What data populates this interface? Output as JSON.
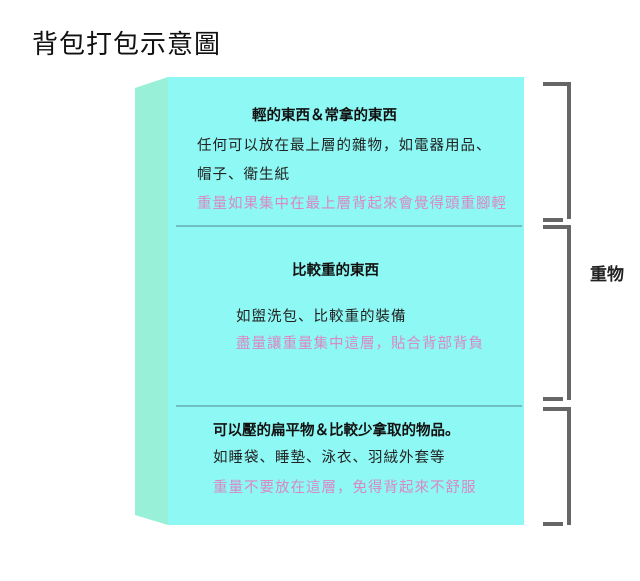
{
  "title": "背包打包示意圖",
  "colors": {
    "front_face": "#8df8f4",
    "side_face": "#98f0d8",
    "divider": "#5a9ea0",
    "note_text": "#d988c4",
    "bracket": "#666666"
  },
  "sections": [
    {
      "heading": "輕的東西＆常拿的東西",
      "lines": [
        "任何可以放在最上層的雜物，如電器用品、",
        "帽子、衛生紙"
      ],
      "note": "重量如果集中在最上層背起來會覺得頭重腳輕"
    },
    {
      "heading": "比較重的東西",
      "lines": [
        "如盥洗包、比較重的裝備"
      ],
      "note": "盡量讓重量集中這層，貼合背部背負"
    },
    {
      "heading": "可以壓的扁平物＆比較少拿取的物品。",
      "lines": [
        "如睡袋、睡墊、泳衣、羽絨外套等"
      ],
      "note": "重量不要放在這層，免得背起來不舒服"
    }
  ],
  "side_label": "重物"
}
